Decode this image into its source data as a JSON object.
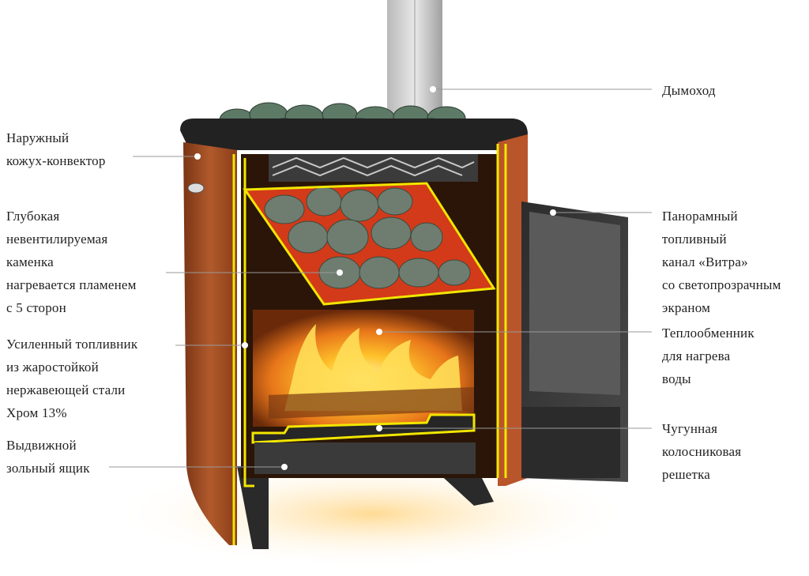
{
  "labels": {
    "chimney": "Дымоход",
    "outer_casing": "Наружный\nкожух-конвектор",
    "heater": "Глубокая\nневентилируемая\nкаменка\nнагревается пламенем\nс 5 сторон",
    "firebox": "Усиленный топливник\nиз жаростойкой\nнержавеющей стали\nХром 13%",
    "ash_box": "Выдвижной\nзольный ящик",
    "fuel_channel": "Панорамный\nтопливный\nканал «Витра»\nсо светопрозрачным\nэкраном",
    "heat_exchanger": "Теплообменник\nдля нагрева\nводы",
    "grate": "Чугунная\nколосниковая\nрешетка"
  },
  "colors": {
    "casing": "#a9532a",
    "highlight": "#f2e600",
    "fire": "#f39c12",
    "stones": "#6e7d70",
    "steel": "#3a3a3a"
  }
}
